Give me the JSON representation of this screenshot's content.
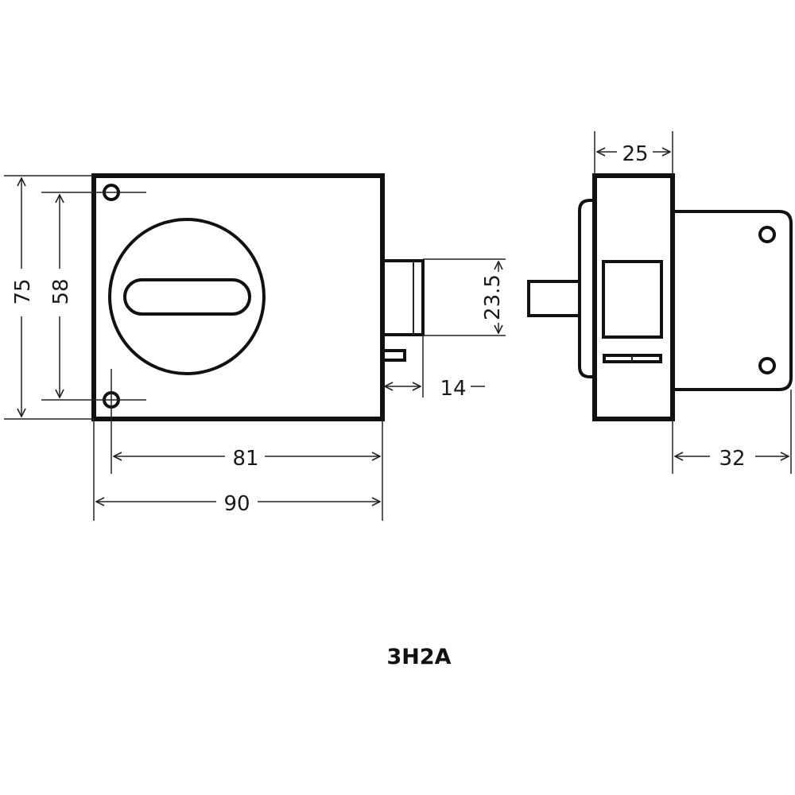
{
  "diagram": {
    "model": "3H2A",
    "front_view": {
      "dim_height_overall": "75",
      "dim_height_holes": "58",
      "dim_width_holes": "81",
      "dim_width_overall": "90",
      "dim_bolt_height": "23.5",
      "dim_bolt_projection": "14"
    },
    "side_view": {
      "dim_case_depth": "25",
      "dim_plate_width": "32"
    }
  }
}
